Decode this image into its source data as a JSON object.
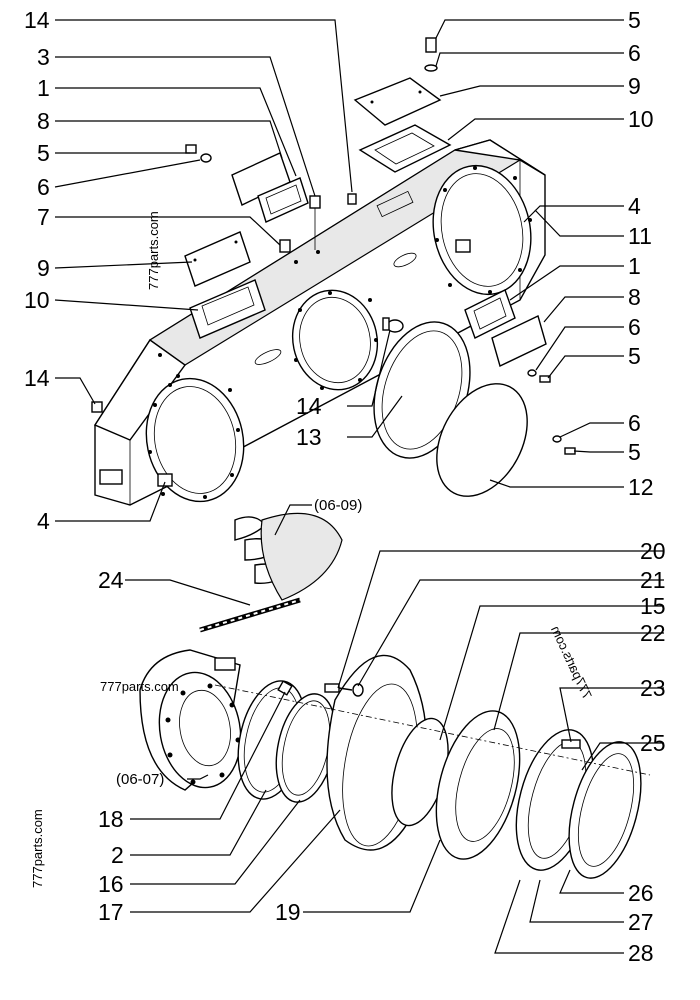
{
  "callouts": [
    {
      "id": "c-14-top",
      "text": "14"
    },
    {
      "id": "c-3",
      "text": "3"
    },
    {
      "id": "c-1-left",
      "text": "1"
    },
    {
      "id": "c-8-left",
      "text": "8"
    },
    {
      "id": "c-5-left",
      "text": "5"
    },
    {
      "id": "c-6-left",
      "text": "6"
    },
    {
      "id": "c-7",
      "text": "7"
    },
    {
      "id": "c-9-left",
      "text": "9"
    },
    {
      "id": "c-10-left",
      "text": "10"
    },
    {
      "id": "c-14-left",
      "text": "14"
    },
    {
      "id": "c-4-bottom",
      "text": "4"
    },
    {
      "id": "c-5-topright",
      "text": "5"
    },
    {
      "id": "c-6-topright",
      "text": "6"
    },
    {
      "id": "c-9-right",
      "text": "9"
    },
    {
      "id": "c-10-right",
      "text": "10"
    },
    {
      "id": "c-4-right",
      "text": "4"
    },
    {
      "id": "c-11",
      "text": "11"
    },
    {
      "id": "c-1-right",
      "text": "1"
    },
    {
      "id": "c-8-right",
      "text": "8"
    },
    {
      "id": "c-6-right-a",
      "text": "6"
    },
    {
      "id": "c-5-right-a",
      "text": "5"
    },
    {
      "id": "c-14-mid",
      "text": "14"
    },
    {
      "id": "c-13",
      "text": "13"
    },
    {
      "id": "c-6-right-b",
      "text": "6"
    },
    {
      "id": "c-5-right-b",
      "text": "5"
    },
    {
      "id": "c-12",
      "text": "12"
    },
    {
      "id": "c-24",
      "text": "24"
    },
    {
      "id": "c-20",
      "text": "20"
    },
    {
      "id": "c-21",
      "text": "21"
    },
    {
      "id": "c-15",
      "text": "15"
    },
    {
      "id": "c-22",
      "text": "22"
    },
    {
      "id": "c-23",
      "text": "23"
    },
    {
      "id": "c-25",
      "text": "25"
    },
    {
      "id": "c-18",
      "text": "18"
    },
    {
      "id": "c-2",
      "text": "2"
    },
    {
      "id": "c-16",
      "text": "16"
    },
    {
      "id": "c-17",
      "text": "17"
    },
    {
      "id": "c-19",
      "text": "19"
    },
    {
      "id": "c-26",
      "text": "26"
    },
    {
      "id": "c-27",
      "text": "27"
    },
    {
      "id": "c-28",
      "text": "28"
    }
  ],
  "notes": {
    "chain_ref": "(06-09)",
    "motor_ref": "(06-07)"
  },
  "watermarks": {
    "upper": "777parts.com",
    "middle": "777parts.com",
    "lower_left": "777parts.com",
    "right_mirrored": "777parts.com"
  }
}
